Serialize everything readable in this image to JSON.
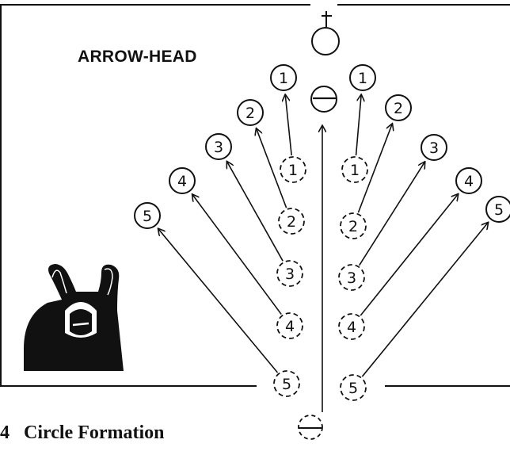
{
  "title": "ARROW-HEAD",
  "caption": "4   Circle Formation",
  "leader_signs": {
    "top": "+",
    "bottom": "-"
  },
  "front_markers": [
    {
      "id": "l1",
      "label": "1"
    },
    {
      "id": "r1",
      "label": "1"
    },
    {
      "id": "l2",
      "label": "2"
    },
    {
      "id": "r2",
      "label": "2"
    },
    {
      "id": "l3",
      "label": "3"
    },
    {
      "id": "r3",
      "label": "3"
    },
    {
      "id": "l4",
      "label": "4"
    },
    {
      "id": "r4",
      "label": "4"
    },
    {
      "id": "l5",
      "label": "5"
    },
    {
      "id": "r5",
      "label": "5"
    }
  ],
  "start_markers": [
    {
      "id": "l1",
      "label": "1"
    },
    {
      "id": "r1",
      "label": "1"
    },
    {
      "id": "l2",
      "label": "2"
    },
    {
      "id": "r2",
      "label": "2"
    },
    {
      "id": "l3",
      "label": "3"
    },
    {
      "id": "r3",
      "label": "3"
    },
    {
      "id": "l4",
      "label": "4"
    },
    {
      "id": "r4",
      "label": "4"
    },
    {
      "id": "l5",
      "label": "5"
    },
    {
      "id": "r5",
      "label": "5"
    }
  ],
  "colors": {
    "ink": "#111111",
    "paper": "#ffffff"
  }
}
